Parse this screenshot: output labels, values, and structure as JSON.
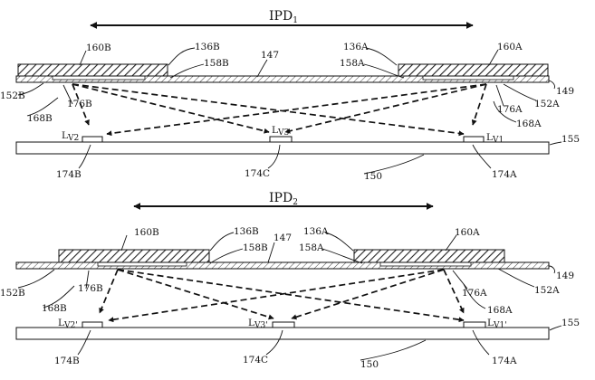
{
  "panels": [
    {
      "ipd": {
        "base": "IPD",
        "sub": "1"
      },
      "labels": {
        "l160B": "160B",
        "l136B": "136B",
        "l158B": "158B",
        "l147": "147",
        "l136A": "136A",
        "l158A": "158A",
        "l160A": "160A",
        "l152B": "152B",
        "l176B": "176B",
        "l168B": "168B",
        "l176A": "176A",
        "l152A": "152A",
        "l149": "149",
        "l168A": "168A",
        "lv2": {
          "base": "L",
          "sub": "V2"
        },
        "lv3": {
          "base": "L",
          "sub": "V3"
        },
        "lv1": {
          "base": "L",
          "sub": "V1"
        },
        "l155": "155",
        "l174B": "174B",
        "l174C": "174C",
        "l150": "150",
        "l174A": "174A"
      }
    },
    {
      "ipd": {
        "base": "IPD",
        "sub": "2"
      },
      "labels": {
        "l160B": "160B",
        "l136B": "136B",
        "l158B": "158B",
        "l147": "147",
        "l136A": "136A",
        "l158A": "158A",
        "l160A": "160A",
        "l152B": "152B",
        "l176B": "176B",
        "l168B": "168B",
        "l176A": "176A",
        "l152A": "152A",
        "l149": "149",
        "l168A": "168A",
        "lv2": {
          "base": "L",
          "sub": "V2'"
        },
        "lv3": {
          "base": "L",
          "sub": "V3'"
        },
        "lv1": {
          "base": "L",
          "sub": "V1'"
        },
        "l155": "155",
        "l174B": "174B",
        "l174C": "174C",
        "l150": "150",
        "l174A": "174A"
      }
    }
  ]
}
